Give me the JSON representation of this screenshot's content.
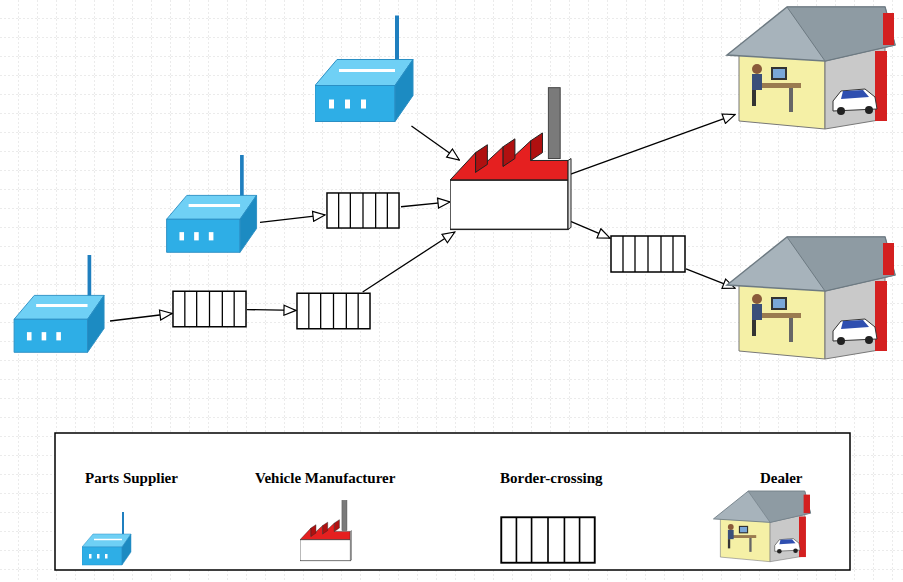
{
  "diagram": {
    "nodes": [
      {
        "text": []
      },
      {
        "text": []
      },
      {
        "text": []
      },
      {
        "text": []
      },
      {
        "text": []
      },
      {
        "text": []
      },
      {
        "text": []
      },
      {
        "text": []
      },
      {
        "text": []
      },
      {
        "text": []
      }
    ],
    "edges": [
      {
        "from": 0,
        "to": 6,
        "arrow": "to"
      },
      {
        "from": 1,
        "to": 2,
        "arrow": "to"
      },
      {
        "from": 2,
        "to": 6,
        "arrow": "to"
      },
      {
        "from": 3,
        "to": 4,
        "arrow": "to"
      },
      {
        "from": 4,
        "to": 5,
        "arrow": "to"
      },
      {
        "from": 5,
        "to": 6,
        "arrow": "to"
      },
      {
        "from": 6,
        "to": 7,
        "arrow": "to"
      },
      {
        "from": 6,
        "to": 8,
        "arrow": "to"
      },
      {
        "from": 8,
        "to": 9,
        "arrow": "to"
      }
    ],
    "legend": [
      {
        "text": "Parts Supplier"
      },
      {
        "text": "Vehicle Manufacturer"
      },
      {
        "text": "Border-crossing"
      },
      {
        "text": "Dealer"
      }
    ]
  }
}
